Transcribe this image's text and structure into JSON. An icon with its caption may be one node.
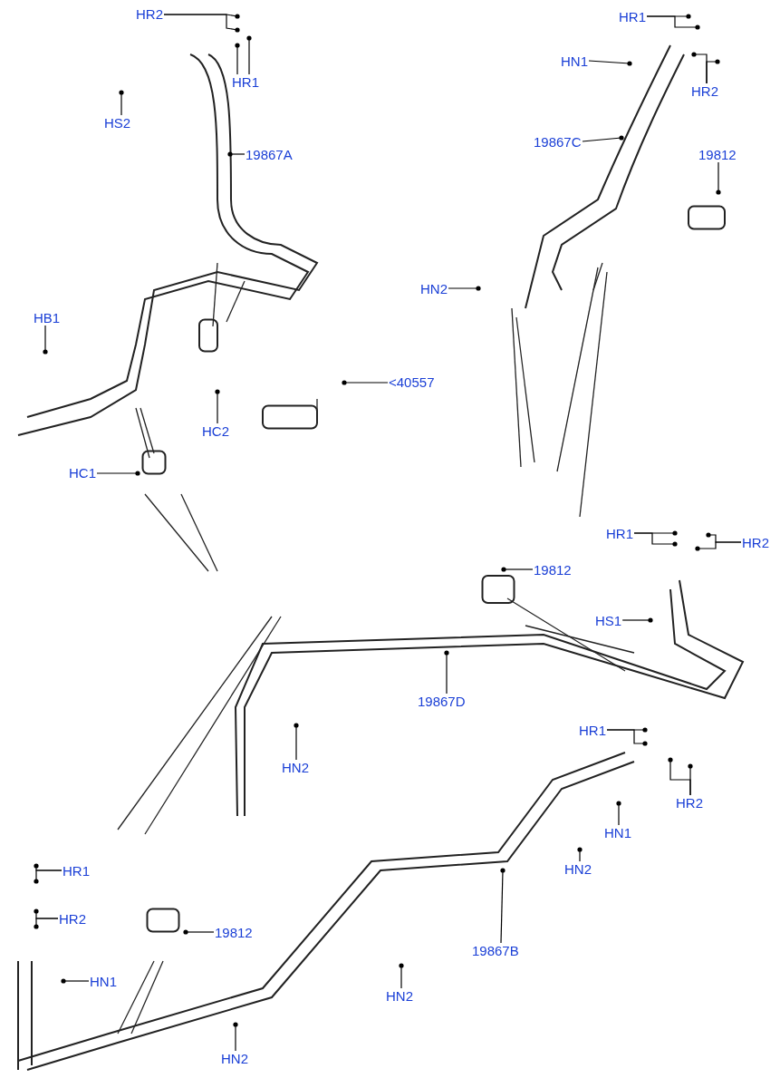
{
  "diagram": {
    "nodes": [
      {
        "text": [
          "HR2"
        ]
      },
      {
        "text": [
          "HR1"
        ]
      },
      {
        "text": [
          "HS2"
        ]
      },
      {
        "text": [
          "19867A"
        ]
      },
      {
        "text": [
          "HB1"
        ]
      },
      {
        "text": [
          "HC2"
        ]
      },
      {
        "text": [
          "<40557"
        ]
      },
      {
        "text": [
          "HC1"
        ]
      },
      {
        "text": [
          "HR1"
        ]
      },
      {
        "text": [
          "HN1"
        ]
      },
      {
        "text": [
          "HR2"
        ]
      },
      {
        "text": [
          "19867C"
        ]
      },
      {
        "text": [
          "19812"
        ]
      },
      {
        "text": [
          "HN2"
        ]
      },
      {
        "text": [
          "HR1"
        ]
      },
      {
        "text": [
          "HR2"
        ]
      },
      {
        "text": [
          "19812"
        ]
      },
      {
        "text": [
          "HS1"
        ]
      },
      {
        "text": [
          "19867D"
        ]
      },
      {
        "text": [
          "HN2"
        ]
      },
      {
        "text": [
          "HR1"
        ]
      },
      {
        "text": [
          "HR2"
        ]
      },
      {
        "text": [
          "HN1"
        ]
      },
      {
        "text": [
          "HN2"
        ]
      },
      {
        "text": [
          "19867B"
        ]
      },
      {
        "text": [
          "HR1"
        ]
      },
      {
        "text": [
          "HR2"
        ]
      },
      {
        "text": [
          "19812"
        ]
      },
      {
        "text": [
          "HN1"
        ]
      },
      {
        "text": [
          "HN2"
        ]
      },
      {
        "text": [
          "HN2"
        ]
      }
    ],
    "edges": [
      {
        "from": 0,
        "to": null,
        "arrow": "other"
      },
      {
        "from": 0,
        "to": null,
        "arrow": "other"
      },
      {
        "from": 1,
        "to": null,
        "arrow": "other"
      },
      {
        "from": 1,
        "to": null,
        "arrow": "other"
      },
      {
        "from": 2,
        "to": null,
        "arrow": "other"
      },
      {
        "from": 3,
        "to": null,
        "arrow": "other"
      },
      {
        "from": 4,
        "to": null,
        "arrow": "other"
      },
      {
        "from": 5,
        "to": null,
        "arrow": "other"
      },
      {
        "from": 6,
        "to": null,
        "arrow": "other"
      },
      {
        "from": 7,
        "to": null,
        "arrow": "other"
      },
      {
        "from": 8,
        "to": null,
        "arrow": "other"
      },
      {
        "from": 8,
        "to": null,
        "arrow": "other"
      },
      {
        "from": 9,
        "to": null,
        "arrow": "other"
      },
      {
        "from": 10,
        "to": null,
        "arrow": "other"
      },
      {
        "from": 10,
        "to": null,
        "arrow": "other"
      },
      {
        "from": 11,
        "to": null,
        "arrow": "other"
      },
      {
        "from": 12,
        "to": null,
        "arrow": "other"
      },
      {
        "from": 13,
        "to": null,
        "arrow": "other"
      },
      {
        "from": 14,
        "to": null,
        "arrow": "other"
      },
      {
        "from": 14,
        "to": null,
        "arrow": "other"
      },
      {
        "from": 15,
        "to": null,
        "arrow": "other"
      },
      {
        "from": 15,
        "to": null,
        "arrow": "other"
      },
      {
        "from": 16,
        "to": null,
        "arrow": "other"
      },
      {
        "from": 17,
        "to": null,
        "arrow": "other"
      },
      {
        "from": 18,
        "to": null,
        "arrow": "other"
      },
      {
        "from": 19,
        "to": null,
        "arrow": "other"
      },
      {
        "from": 20,
        "to": null,
        "arrow": "other"
      },
      {
        "from": 20,
        "to": null,
        "arrow": "other"
      },
      {
        "from": 21,
        "to": null,
        "arrow": "other"
      },
      {
        "from": 21,
        "to": null,
        "arrow": "other"
      },
      {
        "from": 22,
        "to": null,
        "arrow": "other"
      },
      {
        "from": 23,
        "to": null,
        "arrow": "other"
      },
      {
        "from": 24,
        "to": null,
        "arrow": "other"
      },
      {
        "from": 25,
        "to": null,
        "arrow": "other"
      },
      {
        "from": 25,
        "to": null,
        "arrow": "other"
      },
      {
        "from": 26,
        "to": null,
        "arrow": "other"
      },
      {
        "from": 26,
        "to": null,
        "arrow": "other"
      },
      {
        "from": 27,
        "to": null,
        "arrow": "other"
      },
      {
        "from": 28,
        "to": null,
        "arrow": "other"
      },
      {
        "from": 29,
        "to": null,
        "arrow": "other"
      },
      {
        "from": 30,
        "to": null,
        "arrow": "other"
      }
    ]
  }
}
